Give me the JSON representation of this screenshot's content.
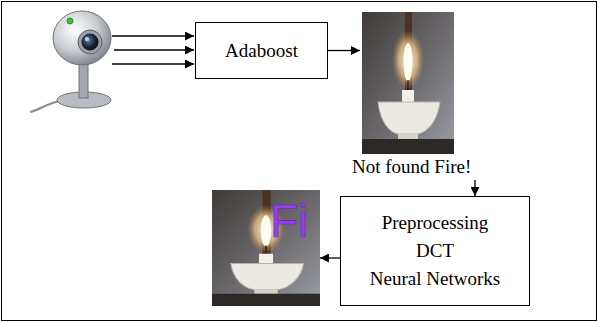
{
  "diagram": {
    "nodes": [
      {
        "text": [
          "Adaboost"
        ]
      },
      {
        "text": [
          "Not found Fire!"
        ]
      },
      {
        "text": [
          "Preprocessing",
          "DCT",
          "Neural Networks"
        ]
      },
      {
        "text": [
          "Fi"
        ]
      }
    ],
    "edges": [
      {
        "from": 0,
        "to": 1,
        "arrow": "to"
      },
      {
        "from": 1,
        "to": 2,
        "arrow": "to"
      },
      {
        "from": 2,
        "to": 3,
        "arrow": "to"
      }
    ]
  }
}
